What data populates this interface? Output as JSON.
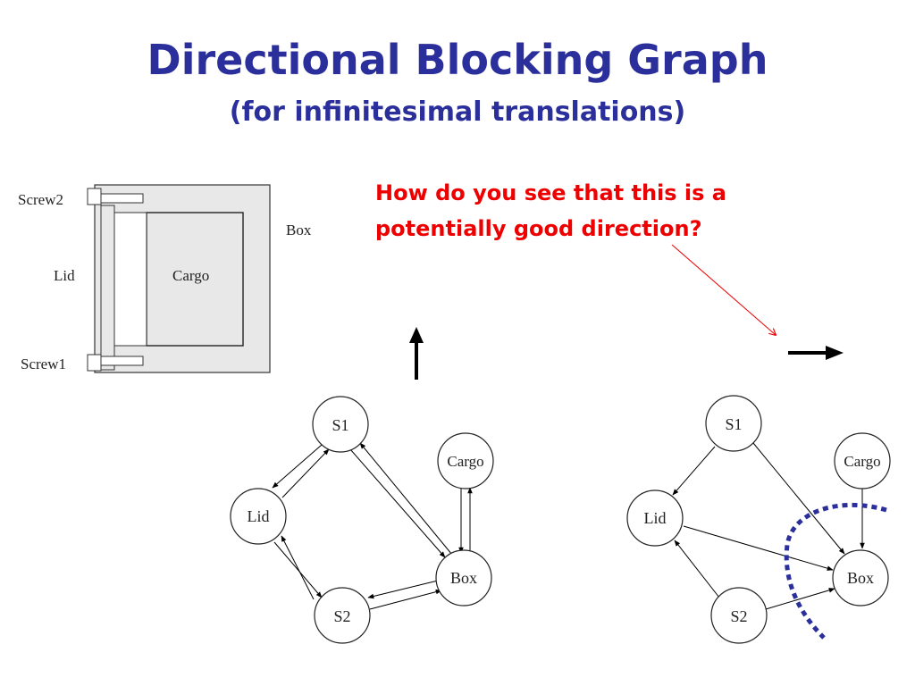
{
  "slide": {
    "title": "Directional Blocking Graph",
    "subtitle": "(for infinitesimal translations)",
    "question": "How do you see that this is a potentially good direction?",
    "title_color": "#2b2f9b",
    "question_color": "#ee0000"
  },
  "assembly": {
    "labels": {
      "screw2": "Screw2",
      "box": "Box",
      "lid": "Lid",
      "cargo": "Cargo",
      "screw1": "Screw1"
    }
  },
  "direction_arrows": [
    {
      "name": "up-direction",
      "direction": "up"
    },
    {
      "name": "right-direction",
      "direction": "right"
    }
  ],
  "graph_up": {
    "nodes": [
      "S1",
      "Cargo",
      "Lid",
      "Box",
      "S2"
    ],
    "edges": [
      [
        "S1",
        "Lid"
      ],
      [
        "Lid",
        "S1"
      ],
      [
        "Lid",
        "S2"
      ],
      [
        "S2",
        "Lid"
      ],
      [
        "S1",
        "Box"
      ],
      [
        "Box",
        "S1"
      ],
      [
        "Cargo",
        "Box"
      ],
      [
        "Box",
        "Cargo"
      ],
      [
        "Box",
        "S2"
      ],
      [
        "S2",
        "Box"
      ]
    ]
  },
  "graph_right": {
    "nodes": [
      "S1",
      "Cargo",
      "Lid",
      "Box",
      "S2"
    ],
    "edges": [
      [
        "S1",
        "Lid"
      ],
      [
        "S1",
        "Box"
      ],
      [
        "Cargo",
        "Box"
      ],
      [
        "Lid",
        "Box"
      ],
      [
        "S2",
        "Lid"
      ],
      [
        "S2",
        "Box"
      ]
    ],
    "highlight_color": "#2b2f9b"
  }
}
